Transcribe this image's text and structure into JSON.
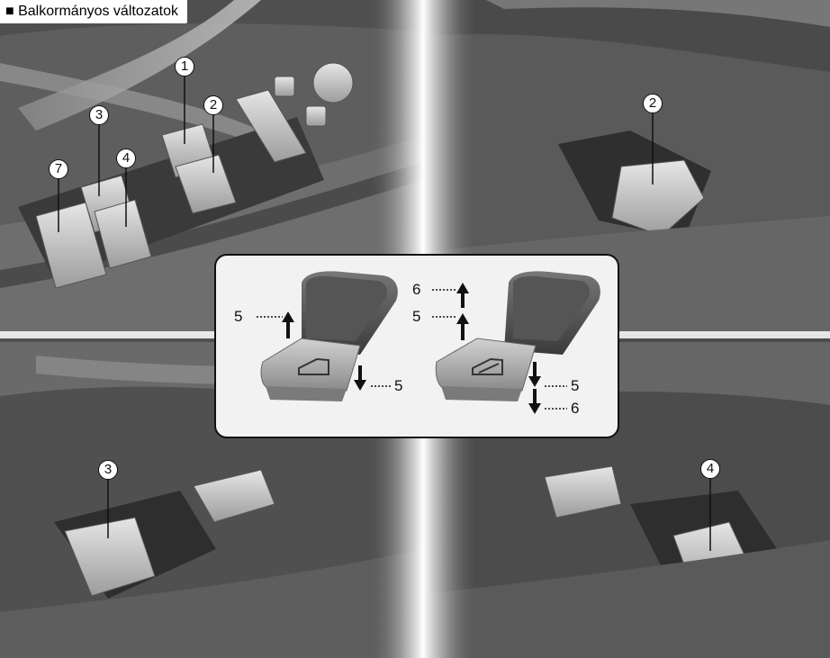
{
  "caption": "■ Balkormányos változatok",
  "callouts": {
    "c1": "1",
    "c2_top": "2",
    "c3_top": "3",
    "c4_top": "4",
    "c7": "7",
    "c2_right": "2",
    "c3_bottom": "3",
    "c4_bottom": "4"
  },
  "inset_labels": {
    "left_up": "5",
    "left_down": "5",
    "right_up_6": "6",
    "right_up_5": "5",
    "right_down_5": "5",
    "right_down_6": "6"
  }
}
